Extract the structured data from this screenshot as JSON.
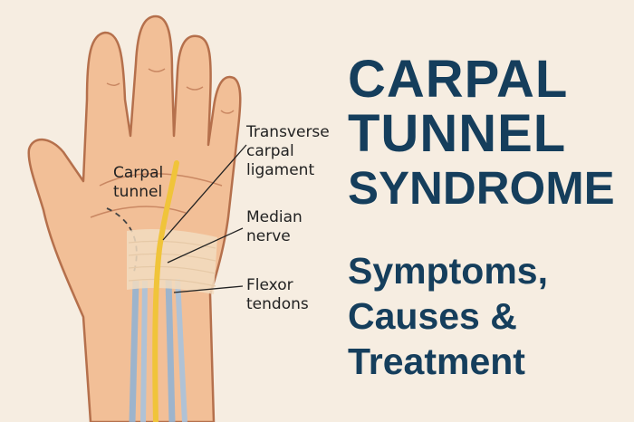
{
  "labels": {
    "carpal_tunnel": [
      "Carpal",
      "tunnel"
    ],
    "transverse_carpal_ligament": [
      "Transverse",
      "carpal",
      "ligament"
    ],
    "median_nerve": [
      "Median",
      "nerve"
    ],
    "flexor_tendons": [
      "Flexor",
      "tendons"
    ]
  },
  "title": {
    "lines": [
      "CARPAL",
      "TUNNEL",
      "SYNDROME"
    ]
  },
  "subtitle": {
    "lines": [
      "Symptoms,",
      "Causes &",
      "Treatment"
    ]
  },
  "colors": {
    "background": "#f6ede1",
    "skin": "#f2bf97",
    "skin_outline": "#b5704c",
    "nerve": "#f0c43a",
    "tendons": "#8fb3d6",
    "title": "#153e5c"
  }
}
